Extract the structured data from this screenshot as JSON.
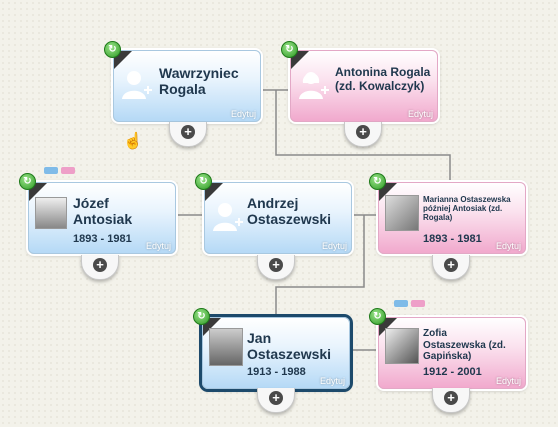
{
  "colors": {
    "male": "#b5d9f6",
    "female": "#f1a9cd",
    "selected_border": "#1d4a6b",
    "line": "#8a8a8a"
  },
  "icons": {
    "refresh": "refresh-icon",
    "add": "plus-icon",
    "placeholder_male": "male-silhouette-icon",
    "placeholder_female": "female-silhouette-icon",
    "pointer": "hand-cursor-icon"
  },
  "people": {
    "wawrzyniec": {
      "name_line1": "Wawrzyniec",
      "name_line2": "Rogala",
      "dates": "",
      "edit": "Edytuj"
    },
    "antonina": {
      "name_line1": "Antonina Rogala",
      "name_line2": "(zd. Kowalczyk)",
      "dates": "",
      "edit": "Edytuj"
    },
    "jozef": {
      "name_line1": "Józef",
      "name_line2": "Antosiak",
      "dates": "1893 - 1981",
      "edit": "Edytuj"
    },
    "andrzej": {
      "name_line1": "Andrzej",
      "name_line2": "Ostaszewski",
      "dates": "",
      "edit": "Edytuj"
    },
    "marianna": {
      "name_line1": "Marianna Ostaszewska",
      "name_line2": "później Antosiak (zd.",
      "name_line3": "Rogala)",
      "dates": "1893 - 1981",
      "edit": "Edytuj"
    },
    "jan": {
      "name_line1": "Jan",
      "name_line2": "Ostaszewski",
      "dates": "1913 - 1988",
      "edit": "Edytuj"
    },
    "zofia": {
      "name_line1": "Zofia",
      "name_line2": "Ostaszewska (zd.",
      "name_line3": "Gapińska)",
      "dates": "1912 - 2001",
      "edit": "Edytuj"
    }
  }
}
